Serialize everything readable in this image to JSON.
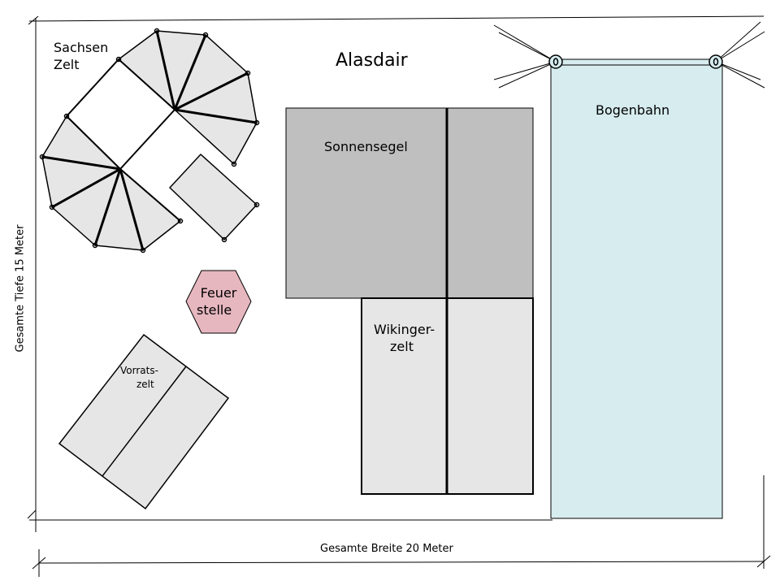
{
  "title": "Alasdair",
  "areas": {
    "sachsen_zelt": [
      "Sachsen",
      "Zelt"
    ],
    "sonnensegel": "Sonnensegel",
    "wikinger_zelt": [
      "Wikinger-",
      "zelt"
    ],
    "bogenbahn": "Bogenbahn",
    "feuerstelle": [
      "Feuer",
      "stelle"
    ],
    "vorrats_zelt": [
      "Vorrats-",
      "zelt"
    ]
  },
  "dimensions": {
    "width": "Gesamte Breite 20 Meter",
    "depth": "Gesamte Tiefe 15 Meter"
  },
  "colors": {
    "tent_fill": "#e6e6e6",
    "sail_fill": "#bfbfbf",
    "archery_fill": "#d6ecef",
    "fire_fill": "#e7b7bf",
    "line": "#000000"
  }
}
